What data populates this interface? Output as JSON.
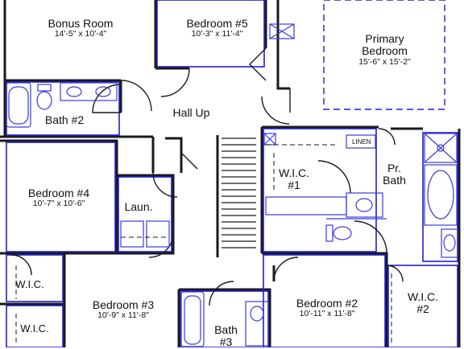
{
  "colors": {
    "wall": "#1a1a1a",
    "outline": "#1f1fd0",
    "fixture": "#3a3ae0",
    "background": "#ffffff"
  },
  "rooms": [
    {
      "id": "bonus",
      "name": "Bonus Room",
      "dims": "14'-5\" x 10'-4\""
    },
    {
      "id": "bed5",
      "name": "Bedroom #5",
      "dims": "10'-3\" x 11'-4\""
    },
    {
      "id": "primary",
      "name": "Primary\nBedroom",
      "dims": "15'-6\" x 15'-2\""
    },
    {
      "id": "bath2",
      "name": "Bath #2"
    },
    {
      "id": "hall",
      "name": "Hall Up"
    },
    {
      "id": "wic1",
      "name": "W.I.C.\n#1"
    },
    {
      "id": "prbath",
      "name": "Pr.\nBath"
    },
    {
      "id": "bed4",
      "name": "Bedroom #4",
      "dims": "10'-7\" x 10'-6\""
    },
    {
      "id": "laun",
      "name": "Laun."
    },
    {
      "id": "wic_left1",
      "name": "W.I.C."
    },
    {
      "id": "wic_left2",
      "name": "W.I.C."
    },
    {
      "id": "bed3",
      "name": "Bedroom #3",
      "dims": "10'-9\" x 11'-8\""
    },
    {
      "id": "bath3",
      "name": "Bath\n#3"
    },
    {
      "id": "bed2",
      "name": "Bedroom #2",
      "dims": "10'-11\" x 11'-8\""
    },
    {
      "id": "wic2",
      "name": "W.I.C.\n#2"
    }
  ],
  "linen": "LINEN"
}
